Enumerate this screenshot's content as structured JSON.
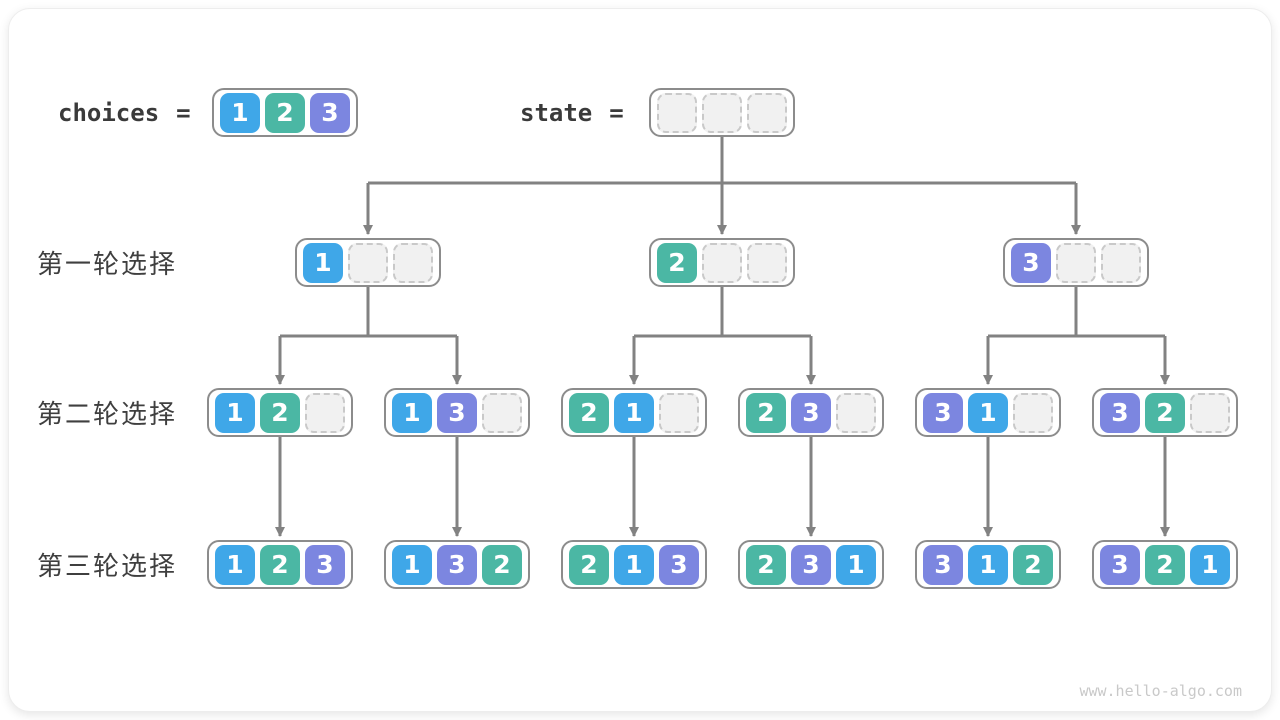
{
  "palette": {
    "1": "#3FA7E8",
    "2": "#4BB7A4",
    "3": "#7C86E0",
    "box_border": "#8c8c8c",
    "empty_fill": "#f1f1f1",
    "empty_border": "#c9c9c9",
    "arrow": "#828282",
    "label_color": "#3f3f3f"
  },
  "header": {
    "choices_label": "choices",
    "equals": "=",
    "choices_cells": [
      1,
      2,
      3
    ],
    "state_label": "state",
    "state_cells": [
      null,
      null,
      null
    ]
  },
  "rows": [
    {
      "label": "第一轮选择",
      "nodes": [
        {
          "cells": [
            1,
            null,
            null
          ]
        },
        {
          "cells": [
            2,
            null,
            null
          ]
        },
        {
          "cells": [
            3,
            null,
            null
          ]
        }
      ]
    },
    {
      "label": "第二轮选择",
      "nodes": [
        {
          "cells": [
            1,
            2,
            null
          ]
        },
        {
          "cells": [
            1,
            3,
            null
          ]
        },
        {
          "cells": [
            2,
            1,
            null
          ]
        },
        {
          "cells": [
            2,
            3,
            null
          ]
        },
        {
          "cells": [
            3,
            1,
            null
          ]
        },
        {
          "cells": [
            3,
            2,
            null
          ]
        }
      ]
    },
    {
      "label": "第三轮选择",
      "nodes": [
        {
          "cells": [
            1,
            2,
            3
          ]
        },
        {
          "cells": [
            1,
            3,
            2
          ]
        },
        {
          "cells": [
            2,
            1,
            3
          ]
        },
        {
          "cells": [
            2,
            3,
            1
          ]
        },
        {
          "cells": [
            3,
            1,
            2
          ]
        },
        {
          "cells": [
            3,
            2,
            1
          ]
        }
      ]
    }
  ],
  "watermark": "www.hello-algo.com"
}
